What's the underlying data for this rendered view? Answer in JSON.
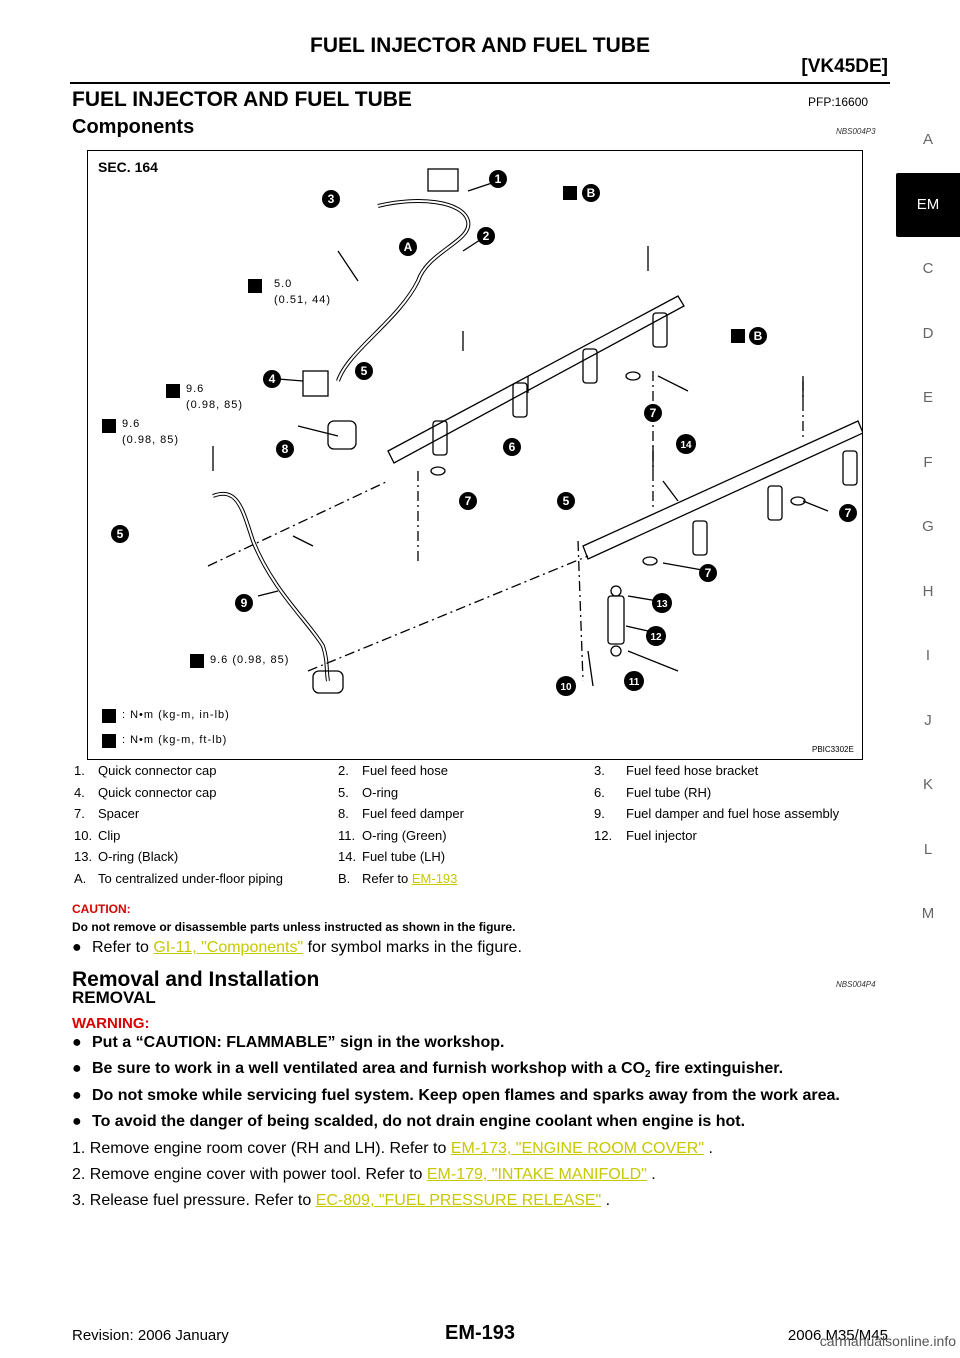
{
  "header": {
    "title": "FUEL INJECTOR AND FUEL TUBE",
    "model": "[VK45DE]"
  },
  "section": {
    "title": "FUEL INJECTOR AND FUEL TUBE",
    "pfp": "PFP:16600",
    "components_title": "Components",
    "components_code": "NBS004P3"
  },
  "side_index": [
    "A",
    "EM",
    "C",
    "D",
    "E",
    "F",
    "G",
    "H",
    "I",
    "J",
    "K",
    "L",
    "M"
  ],
  "side_active": "EM",
  "figure": {
    "sec": "SEC. 164",
    "fig_id": "PBIC3302E",
    "torques": [
      "5.0",
      "(0.51, 44)",
      "9.6",
      "(0.98, 85)",
      "9.6",
      "(0.98, 85)",
      "9.6 (0.98, 85)"
    ],
    "legend_inlb": ": N•m (kg-m, in-lb)",
    "legend_ftlb": ": N•m (kg-m, ft-lb)",
    "callouts": [
      "1",
      "2",
      "3",
      "4",
      "5",
      "6",
      "7",
      "8",
      "9",
      "10",
      "11",
      "12",
      "13",
      "14",
      "A",
      "B"
    ]
  },
  "parts": [
    [
      "1.",
      "Quick connector cap",
      "2.",
      "Fuel feed hose",
      "3.",
      "Fuel feed hose bracket"
    ],
    [
      "4.",
      "Quick connector cap",
      "5.",
      "O-ring",
      "6.",
      "Fuel tube (RH)"
    ],
    [
      "7.",
      "Spacer",
      "8.",
      "Fuel feed damper",
      "9.",
      "Fuel damper and fuel hose assembly"
    ],
    [
      "10.",
      "Clip",
      "11.",
      "O-ring (Green)",
      "12.",
      "Fuel injector"
    ],
    [
      "13.",
      "O-ring (Black)",
      "14.",
      "Fuel tube (LH)",
      "",
      ""
    ],
    [
      "A.",
      "To centralized under-floor piping",
      "B.",
      "Refer to",
      "",
      ""
    ]
  ],
  "parts_link": "EM-193",
  "caution": {
    "label": "CAUTION:",
    "text": "Do not remove or disassemble parts unless instructed as shown in the figure."
  },
  "refer": {
    "pre": "Refer to ",
    "link": "GI-11, \"Components\"",
    "post": " for symbol marks in the figure."
  },
  "removal": {
    "title": "Removal and Installation",
    "code": "NBS004P4",
    "sub": "REMOVAL"
  },
  "warning": {
    "label": "WARNING:",
    "items": [
      "Put a “CAUTION: FLAMMABLE” sign in the workshop.",
      "Be sure to work in a well ventilated area and furnish workshop with a CO",
      "Do not smoke while servicing fuel system. Keep open flames and sparks away from the work area.",
      "To avoid the danger of being scalded, do not drain engine coolant when engine is hot."
    ],
    "co2_sub": "2",
    "co2_post": " fire extinguisher."
  },
  "steps": [
    {
      "num": "1.",
      "text": "Remove engine room cover (RH and LH). Refer to ",
      "link": "EM-173, \"ENGINE ROOM COVER\"",
      "post": " ."
    },
    {
      "num": "2.",
      "text": "Remove engine cover with power tool. Refer to ",
      "link": "EM-179, \"INTAKE MANIFOLD\"",
      "post": " ."
    },
    {
      "num": "3.",
      "text": "Release fuel pressure. Refer to ",
      "link": "EC-809, \"FUEL PRESSURE RELEASE\"",
      "post": " ."
    }
  ],
  "footer": {
    "revision": "Revision: 2006 January",
    "page": "EM-193",
    "model": "2006 M35/M45"
  },
  "watermark": "carmanualsonline.info"
}
